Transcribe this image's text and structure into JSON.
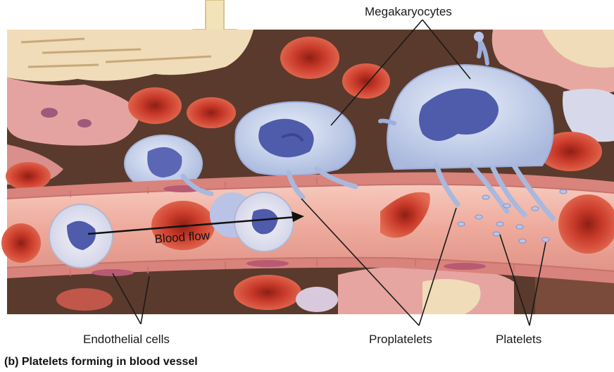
{
  "labels": {
    "megakaryocytes": "Megakaryocytes",
    "blood_flow": "Blood flow",
    "endothelial_cells": "Endothelial cells",
    "proplatelets": "Proplatelets",
    "platelets": "Platelets"
  },
  "caption": "(b) Platelets forming in blood vessel",
  "colors": {
    "tissue_background": "#5a3a2c",
    "vessel_wall": "#e79a93",
    "blood_plasma": "#f1b9ad",
    "red_blood_cell": "#c93a2a",
    "megakaryocyte": "#c6d2ea",
    "megakaryocyte_nucleus": "#5865b3",
    "bone_matrix": "#f0dcb8"
  }
}
